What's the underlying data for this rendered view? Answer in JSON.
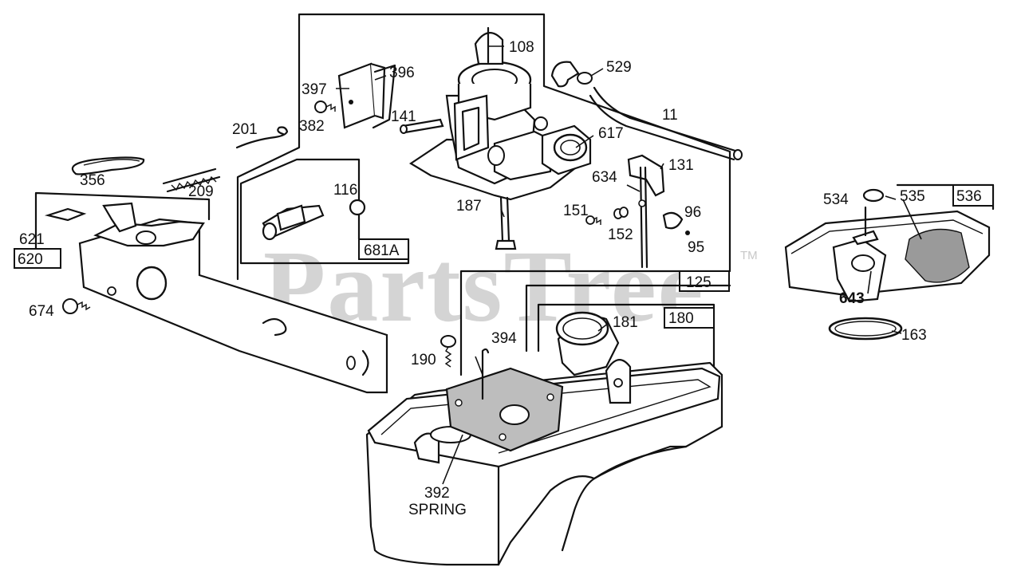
{
  "watermark": {
    "text": "PartsTree",
    "trademark": "TM"
  },
  "labels": {
    "p108": "108",
    "p396": "396",
    "p397": "397",
    "p382": "382",
    "p141": "141",
    "p529": "529",
    "p11": "11",
    "p201": "201",
    "p617": "617",
    "p131": "131",
    "p634": "634",
    "p356": "356",
    "p209": "209",
    "p116": "116",
    "p187": "187",
    "p151": "151",
    "p152": "152",
    "p96": "96",
    "p95": "95",
    "p681a": "681A",
    "p125": "125",
    "p621": "621",
    "p620": "620",
    "p674": "674",
    "p534": "534",
    "p535": "535",
    "p536": "536",
    "p643": "643",
    "p163": "163",
    "p394": "394",
    "p181": "181",
    "p180": "180",
    "p190": "190",
    "p392": "392",
    "spring": "SPRING"
  },
  "icons": [
    "carburetor-body",
    "choke-valve",
    "fuel-pipe",
    "fuel-tank",
    "air-cleaner",
    "control-bracket",
    "spring",
    "gasket"
  ]
}
